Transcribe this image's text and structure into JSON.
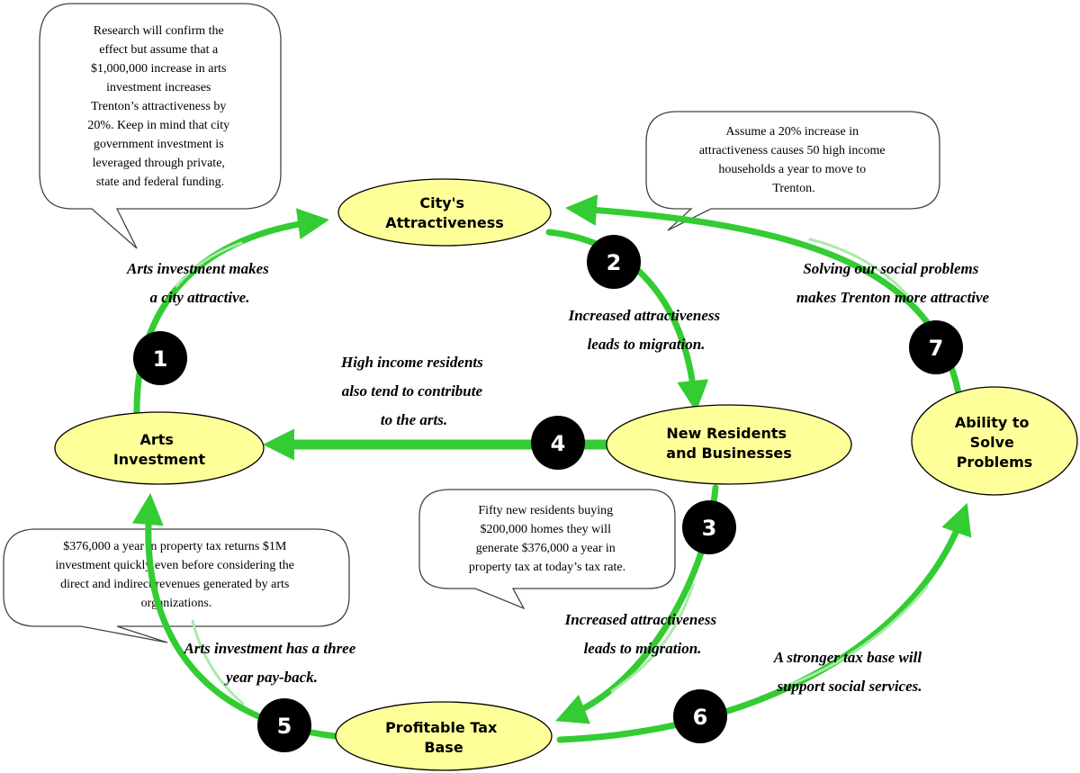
{
  "colors": {
    "arrow": "#33cc33",
    "arrow_light": "#99e699",
    "node_fill": "#ffff99",
    "badge": "#000000",
    "badge_text": "#ffffff"
  },
  "nodes": {
    "city": [
      "City's",
      "Attractiveness"
    ],
    "residents": [
      "New Residents",
      "and Businesses"
    ],
    "arts": [
      "Arts",
      "Investment"
    ],
    "tax": [
      "Profitable Tax",
      "Base"
    ],
    "solve": [
      "Ability to",
      "Solve",
      "Problems"
    ]
  },
  "steps": [
    "1",
    "2",
    "3",
    "4",
    "5",
    "6",
    "7"
  ],
  "edge_labels": {
    "e1": [
      "Arts investment makes",
      "a city attractive."
    ],
    "e2": [
      "Increased attractiveness",
      "leads to migration."
    ],
    "e3": [
      "Increased attractiveness",
      "leads to migration."
    ],
    "e4": [
      "High income residents",
      "also tend to contribute",
      "to the arts."
    ],
    "e5": [
      "Arts investment has a three",
      "year pay-back."
    ],
    "e6": [
      "A stronger tax base will",
      "support social services."
    ],
    "e7": [
      "Solving our social problems",
      "makes Trenton more attractive"
    ]
  },
  "callouts": {
    "research": [
      "Research will confirm the",
      "effect but  assume that a",
      "$1,000,000 increase in arts",
      "investment increases",
      "Trenton’s attractiveness by",
      "20%.  Keep in mind that city",
      "government investment is",
      "leveraged through private,",
      "state and federal funding."
    ],
    "attract": [
      "Assume a 20% increase in",
      "attractiveness causes 50 high income",
      "households a year to move to",
      "Trenton."
    ],
    "fifty": [
      "Fifty new residents buying",
      "$200,000 homes they will",
      "generate $376,000 a year in",
      "property tax at today’s tax rate."
    ],
    "property": [
      "$376,000 a year in property tax returns $1M",
      "investment quickly even before considering the",
      "direct and indirect revenues generated by arts",
      "organizations."
    ]
  }
}
